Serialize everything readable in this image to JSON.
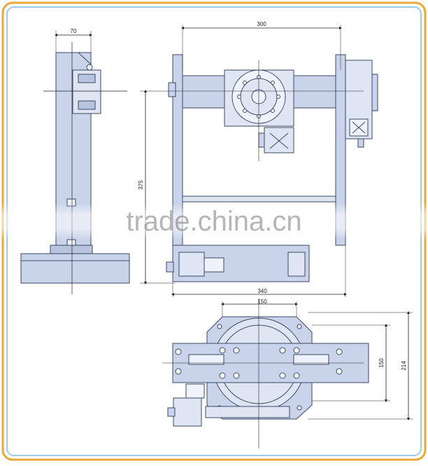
{
  "colors": {
    "frame_outer": "#e8a93a",
    "frame_inner": "#9ecbe3",
    "part_fill": "#c9d3ea",
    "part_stroke": "#3a4a66",
    "line": "#222222",
    "watermark": "#8a8a8a"
  },
  "dimensions": {
    "side_width": "70",
    "top_span": "300",
    "height": "375",
    "base_width": "340",
    "plate_inner": "150",
    "plate_height_inner": "150",
    "plate_height_outer": "214"
  },
  "watermark": {
    "text": "trade.china.cn"
  }
}
